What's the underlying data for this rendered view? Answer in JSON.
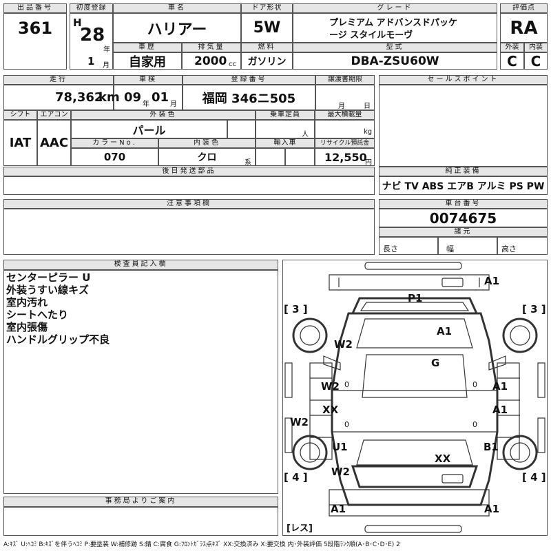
{
  "labels": {
    "lot_number": "出品番号",
    "first_reg": "初度登録",
    "car_name": "車名",
    "door_type": "ドア形状",
    "grade": "グレード",
    "score": "評価点",
    "history": "車歴",
    "displacement": "排気量",
    "fuel": "燃料",
    "model_code": "型式",
    "exterior": "外装",
    "interior": "内装",
    "mileage": "走行",
    "inspection": "車検",
    "registration": "登録番号",
    "transfer_deadline": "譲渡書期限",
    "sales_points": "セールスポイント",
    "shift": "シフト",
    "aircon": "エアコン",
    "ext_color": "外装色",
    "capacity": "乗車定員",
    "max_load": "最大積載量",
    "color_no": "カラーNo.",
    "int_color": "内装色",
    "import": "輸入車",
    "recycle_fee": "リサイクル預託金",
    "later_parts": "後日発送部品",
    "genuine_equipment": "純正装備",
    "caution": "注意事項欄",
    "chassis_number": "車台番号",
    "specs": "諸元",
    "length": "長さ",
    "width": "幅",
    "height": "高さ",
    "inspector_notes": "検査員記入欄",
    "office_notice": "事務局よりご案内"
  },
  "values": {
    "lot_number": "361",
    "era": "H",
    "year": "28",
    "year_unit": "年",
    "month": "1",
    "month_unit": "月",
    "car_name": "ハリアー",
    "door_type": "5W",
    "grade_line1": "プレミアム アドバンスドパッケ",
    "grade_line2": "ージ スタイルモーヴ",
    "score": "RA",
    "history": "自家用",
    "displacement": "2000",
    "displacement_unit": "cc",
    "fuel": "ガソリン",
    "model_code": "DBA-ZSU60W",
    "exterior": "C",
    "interior": "C",
    "mileage": "78,362",
    "mileage_unit": "km",
    "inspection_year": "09",
    "inspection_year_unit": "年",
    "inspection_month": "01",
    "inspection_month_unit": "月",
    "registration": "福岡 346ニ505",
    "transfer_month_unit": "月",
    "transfer_day_unit": "日",
    "shift": "IAT",
    "aircon": "AAC",
    "ext_color": "パール",
    "capacity_unit": "人",
    "max_load_unit": "kg",
    "color_no": "070",
    "int_color": "クロ",
    "int_color_suffix": "系",
    "recycle_fee": "12,550",
    "recycle_fee_unit": "円",
    "genuine_equipment": "ナビ TV ABS エアB アルミ PS PW",
    "chassis_number": "0074675"
  },
  "inspector_notes": [
    "センターピラー U",
    "外装うすい線キズ",
    "室内汚れ",
    "シートへたり",
    "室内張傷",
    "ハンドルグリップ不良"
  ],
  "diagram": {
    "marks": [
      {
        "id": "front-bumper",
        "text": "A1"
      },
      {
        "id": "windshield",
        "text": "P1"
      },
      {
        "id": "hood",
        "text": "A1"
      },
      {
        "id": "left-front-fender",
        "text": "W2"
      },
      {
        "id": "roof",
        "text": "G"
      },
      {
        "id": "left-front-door",
        "text": "W2"
      },
      {
        "id": "right-front-door",
        "text": "A1"
      },
      {
        "id": "left-rear-door",
        "text": "XX"
      },
      {
        "id": "right-rear-door",
        "text": "A1"
      },
      {
        "id": "left-sill",
        "text": "W2"
      },
      {
        "id": "left-center-pillar",
        "text": "U1"
      },
      {
        "id": "right-rear-fender",
        "text": "B1"
      },
      {
        "id": "trunk",
        "text": "XX"
      },
      {
        "id": "left-quarter",
        "text": "W2"
      },
      {
        "id": "rear-bumper-left",
        "text": "A1"
      },
      {
        "id": "rear-bumper-right",
        "text": "A1"
      }
    ],
    "tire_labels": [
      "[ 3 ]",
      "[ 3 ]",
      "[ 4 ]",
      "[ 4 ]"
    ],
    "tire_zeros": [
      "0",
      "0",
      "0",
      "0"
    ],
    "lens": "[レス]"
  },
  "legend": "A:ｷｽﾞ U:ﾍｺﾐ B:ｷｽﾞを伴うﾍｺﾐ P:要塗装 W:補修跡 S:錆 C:腐食 G:ﾌﾛﾝﾄｶﾞﾗｽ点ｷｽﾞ XX:交換済み X:要交換 内･外装評価 5段階ﾗﾝｸ順(A･B･C･D･E) 2"
}
